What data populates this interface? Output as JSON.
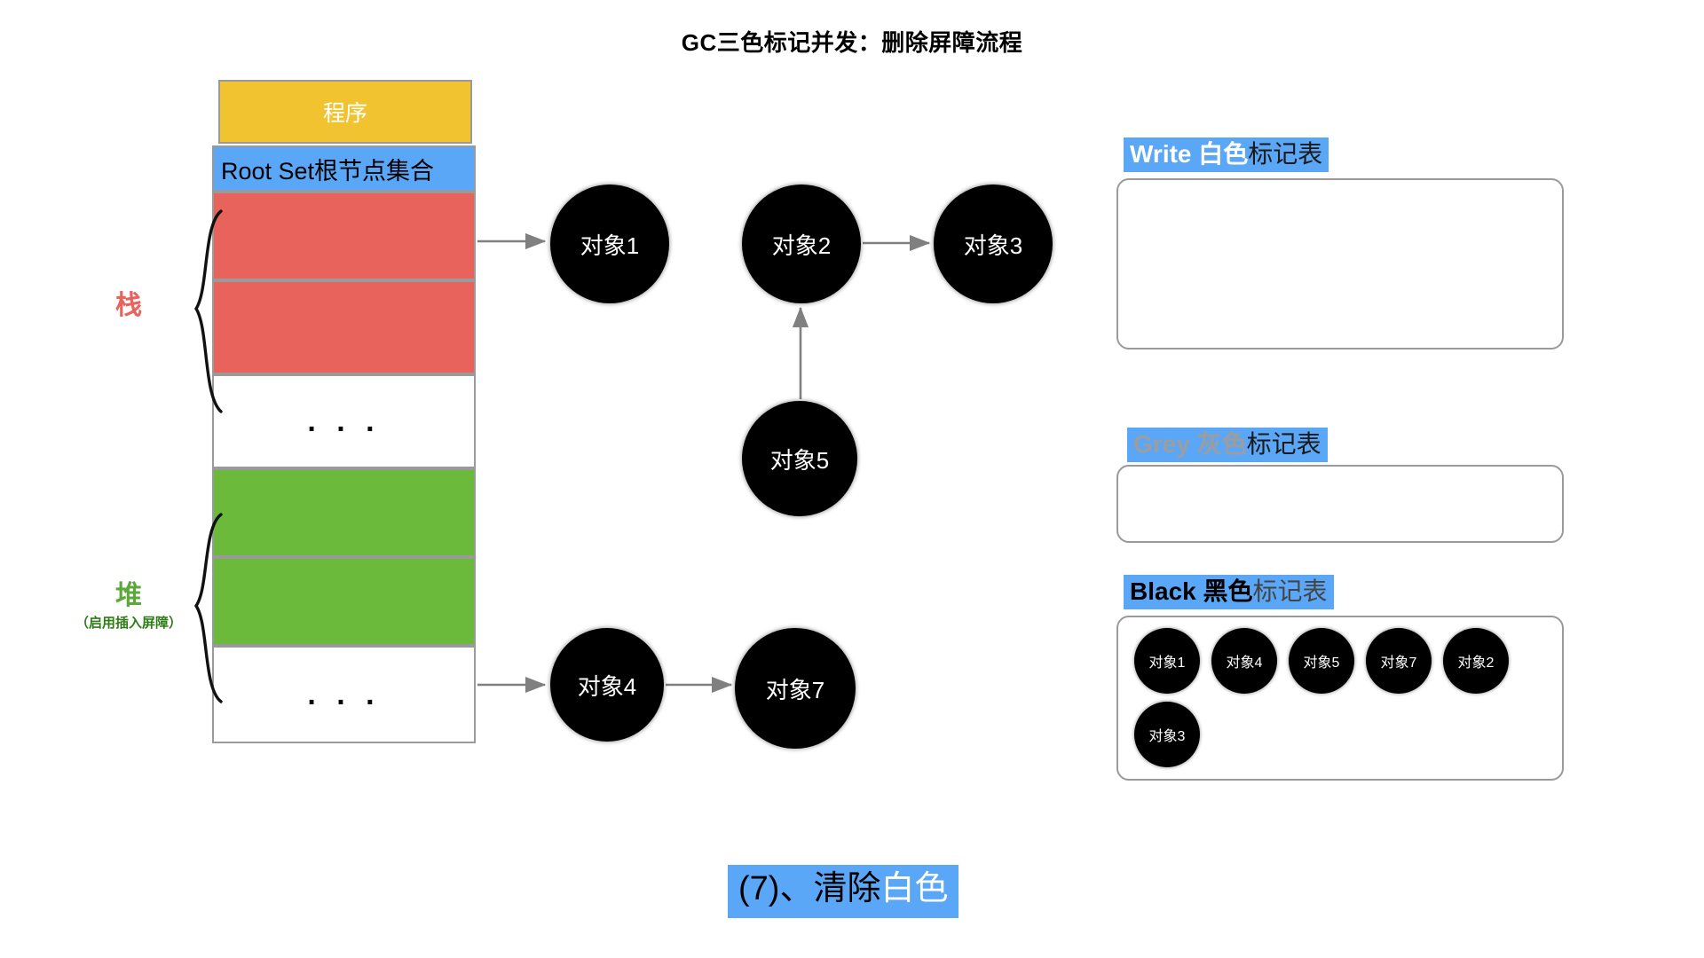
{
  "title": "GC三色标记并发：删除屏障流程",
  "memory": {
    "program_label": "程序",
    "root_set_label": "Root Set根节点集合",
    "dots": ". . .",
    "stack_label": "栈",
    "heap_label": "堆",
    "heap_sublabel": "（启用插入屏障）",
    "slots": [
      {
        "name": "stack-slot-1",
        "color": "#E8635C",
        "label": ""
      },
      {
        "name": "stack-slot-2",
        "color": "#E8635C",
        "label": ""
      },
      {
        "name": "stack-slot-ellipsis",
        "color": "#FFFFFF",
        "label": ". . ."
      },
      {
        "name": "heap-slot-1",
        "color": "#6CBA3C",
        "label": ""
      },
      {
        "name": "heap-slot-2",
        "color": "#6CBA3C",
        "label": ""
      },
      {
        "name": "heap-slot-ellipsis",
        "color": "#FFFFFF",
        "label": ". . ."
      }
    ]
  },
  "graph": {
    "nodes": [
      {
        "id": "obj1",
        "label": "对象1"
      },
      {
        "id": "obj2",
        "label": "对象2"
      },
      {
        "id": "obj3",
        "label": "对象3"
      },
      {
        "id": "obj5",
        "label": "对象5"
      },
      {
        "id": "obj4",
        "label": "对象4"
      },
      {
        "id": "obj7",
        "label": "对象7"
      }
    ],
    "edges": [
      {
        "from": "stack-slot-1",
        "to": "obj1"
      },
      {
        "from": "obj2",
        "to": "obj3"
      },
      {
        "from": "obj5",
        "to": "obj2"
      },
      {
        "from": "heap-slot-2",
        "to": "obj4"
      },
      {
        "from": "obj4",
        "to": "obj7"
      }
    ]
  },
  "tables": {
    "white": {
      "title_bold": "Write 白色",
      "title_plain": "标记表",
      "items": []
    },
    "grey": {
      "title_bold": "Grey 灰色",
      "title_plain": "标记表",
      "items": []
    },
    "black": {
      "title_bold": "Black 黑色",
      "title_plain": "标记表",
      "items": [
        "对象1",
        "对象4",
        "对象5",
        "对象7",
        "对象2",
        "对象3"
      ]
    }
  },
  "caption": {
    "prefix": "(7)、清除",
    "highlight": "白色"
  },
  "colors": {
    "program": "#F1C330",
    "root_set": "#5BA7F7",
    "stack_slot": "#E8635C",
    "heap_slot": "#6CBA3C",
    "node": "#000000",
    "arrow": "#808080",
    "highlight": "#5BA7F7",
    "border": "#9A9A9A"
  }
}
